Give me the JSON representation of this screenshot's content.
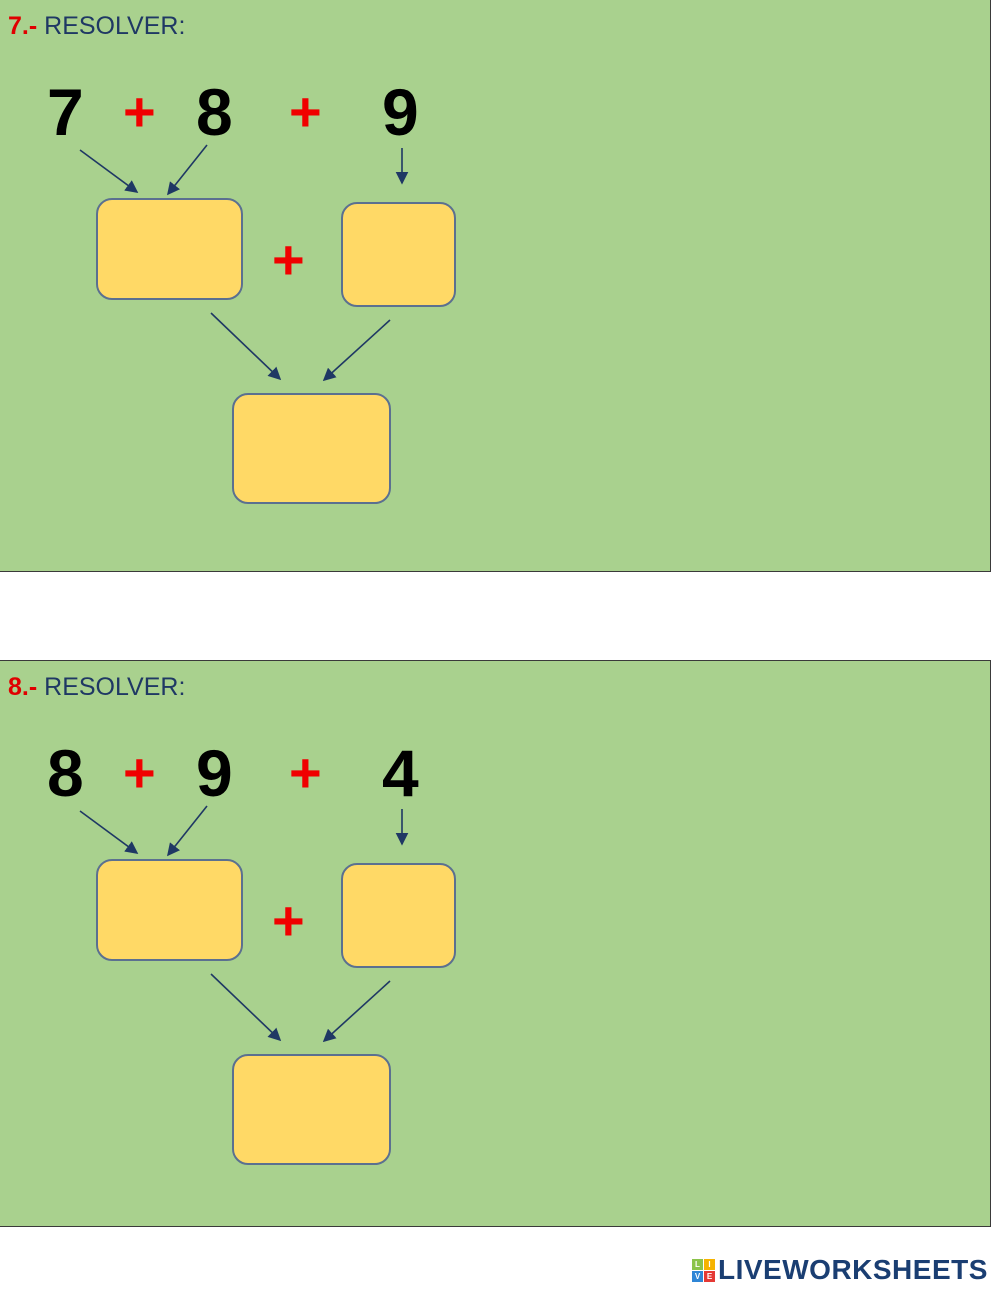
{
  "exercises": [
    {
      "number": "7.-",
      "label": "RESOLVER:",
      "a": "7",
      "b": "8",
      "c": "9",
      "op": "+"
    },
    {
      "number": "8.-",
      "label": "RESOLVER:",
      "a": "8",
      "b": "9",
      "c": "4",
      "op": "+"
    }
  ],
  "footer": {
    "logo_text": "LIVEWORKSHEETS",
    "logo_tiles": [
      "L",
      "I",
      "V",
      "E"
    ]
  },
  "colors": {
    "panel": "#a9d18e",
    "box": "#ffd966",
    "plus": "#f00000",
    "title": "#1f3864"
  }
}
